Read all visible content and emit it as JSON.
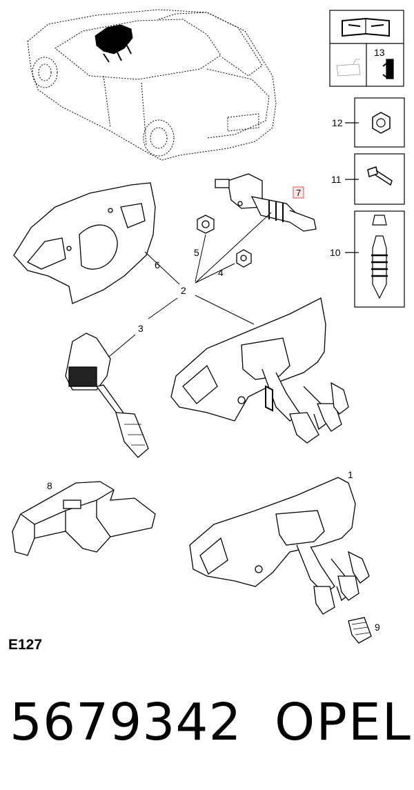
{
  "diagram": {
    "callouts": {
      "c1": "1",
      "c2": "2",
      "c3": "3",
      "c4": "4",
      "c5": "5",
      "c6": "6",
      "c7": "7",
      "c8": "8",
      "c9": "9",
      "c10": "10",
      "c11": "11",
      "c12": "12",
      "c13": "13"
    },
    "section_code": "E127"
  },
  "footer": {
    "part_number": "5679342",
    "brand": "OPEL"
  },
  "colors": {
    "line": "#000000",
    "part_fill": "#ffffff",
    "highlight_box": "#e05050"
  }
}
